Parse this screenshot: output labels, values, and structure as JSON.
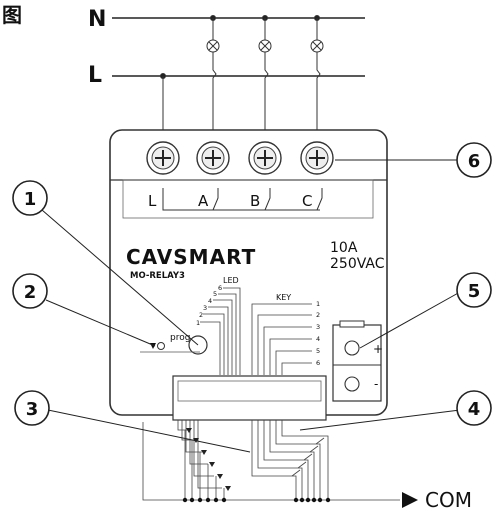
{
  "corner_label": "图",
  "lines": {
    "neutral": "N",
    "live": "L"
  },
  "terminals": [
    "L",
    "A",
    "B",
    "C"
  ],
  "brand": {
    "name": "CAVSMART",
    "model": "MO-RELAY3"
  },
  "rating": {
    "current": "10A",
    "voltage": "250VAC"
  },
  "led_section": {
    "title": "LED",
    "numbers": [
      "6",
      "5",
      "4",
      "3",
      "2",
      "1"
    ]
  },
  "key_section": {
    "title": "KEY",
    "numbers": [
      "1",
      "2",
      "3",
      "4",
      "5",
      "6"
    ]
  },
  "prog_label": "prog",
  "power_input": {
    "plus": "+",
    "minus": "-"
  },
  "callouts": [
    "1",
    "2",
    "3",
    "4",
    "5",
    "6"
  ],
  "com_label": "COM"
}
